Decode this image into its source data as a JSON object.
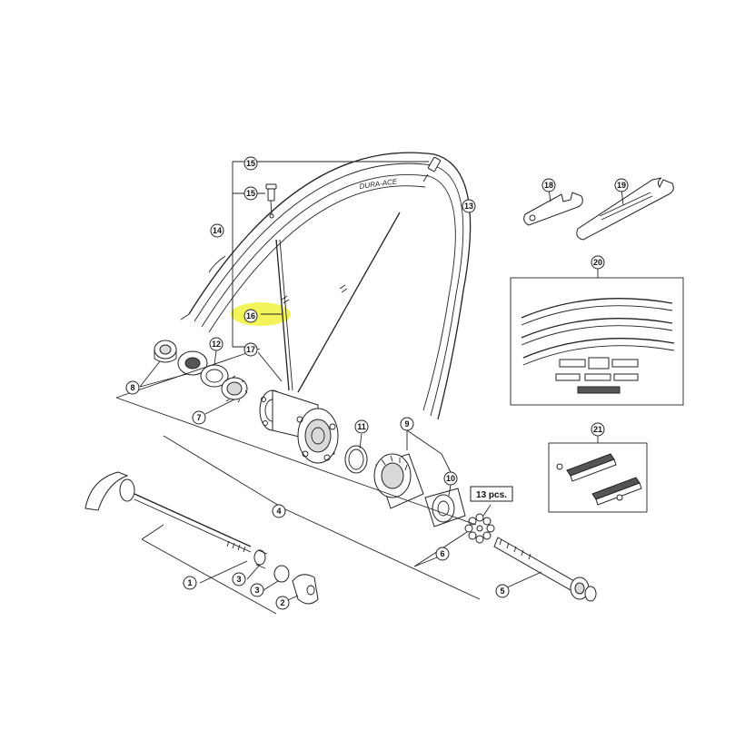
{
  "callouts": [
    {
      "id": "c1",
      "label": "1"
    },
    {
      "id": "c2",
      "label": "2"
    },
    {
      "id": "c3a",
      "label": "3"
    },
    {
      "id": "c3b",
      "label": "3"
    },
    {
      "id": "c4",
      "label": "4"
    },
    {
      "id": "c5",
      "label": "5"
    },
    {
      "id": "c6",
      "label": "6"
    },
    {
      "id": "c7",
      "label": "7"
    },
    {
      "id": "c8",
      "label": "8"
    },
    {
      "id": "c9",
      "label": "9"
    },
    {
      "id": "c10",
      "label": "10"
    },
    {
      "id": "c11",
      "label": "11"
    },
    {
      "id": "c12",
      "label": "12"
    },
    {
      "id": "c13",
      "label": "13"
    },
    {
      "id": "c14",
      "label": "14"
    },
    {
      "id": "c15a",
      "label": "15"
    },
    {
      "id": "c15b",
      "label": "15"
    },
    {
      "id": "c16",
      "label": "16"
    },
    {
      "id": "c17",
      "label": "17"
    },
    {
      "id": "c18",
      "label": "18"
    },
    {
      "id": "c19",
      "label": "19"
    },
    {
      "id": "c20",
      "label": "20"
    },
    {
      "id": "c21",
      "label": "21"
    }
  ],
  "quantity_note": "13 pcs.",
  "rim_brand_text": "DURA-ACE",
  "highlight_color": "#f3f35a"
}
